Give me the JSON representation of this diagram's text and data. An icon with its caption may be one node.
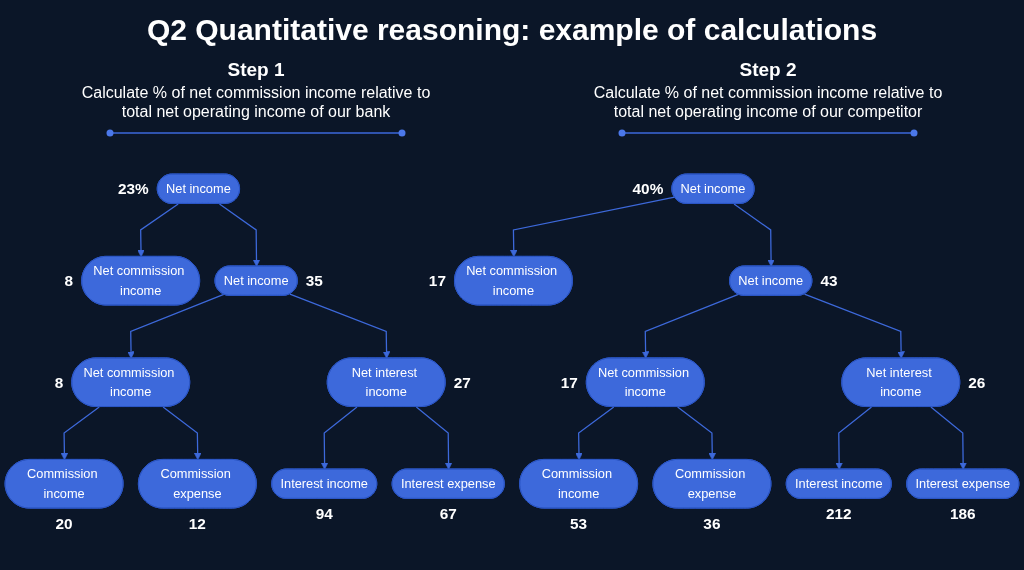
{
  "diagram": {
    "title": "Q2 Quantitative reasoning: example of calculations",
    "nodes": [
      {
        "text": [
          "Net income"
        ],
        "beside": [
          "23%"
        ]
      },
      {
        "text": [
          "Net commission income"
        ],
        "beside": [
          "8"
        ]
      },
      {
        "text": [
          "Net income"
        ],
        "beside": [
          "35"
        ]
      },
      {
        "text": [
          "Net commission income"
        ],
        "beside": [
          "8"
        ]
      },
      {
        "text": [
          "Net interest income"
        ],
        "beside": [
          "27"
        ]
      },
      {
        "text": [
          "Commission income"
        ],
        "beside": [
          "20"
        ]
      },
      {
        "text": [
          "Interest income"
        ],
        "beside": [
          "94"
        ]
      },
      {
        "text": [
          "Commission expense"
        ],
        "beside": [
          "12"
        ]
      },
      {
        "text": [
          "Interest expense"
        ],
        "beside": [
          "67"
        ]
      },
      {
        "text": [
          "Net income"
        ],
        "beside": [
          "40%"
        ]
      },
      {
        "text": [
          "Net commission income"
        ],
        "beside": [
          "17"
        ]
      },
      {
        "text": [
          "Net income"
        ],
        "beside": [
          "43"
        ]
      },
      {
        "text": [
          "Net commission income"
        ],
        "beside": [
          "17"
        ]
      },
      {
        "text": [
          "Net interest income"
        ],
        "beside": [
          "26"
        ]
      },
      {
        "text": [
          "Commission income"
        ],
        "beside": [
          "53"
        ]
      },
      {
        "text": [
          "Interest income"
        ],
        "beside": [
          "212"
        ]
      },
      {
        "text": [
          "Commission expense"
        ],
        "beside": [
          "36"
        ]
      },
      {
        "text": [
          "Interest expense"
        ],
        "beside": [
          "186"
        ]
      }
    ],
    "edges": [
      {
        "from": 0,
        "to": 1,
        "arrow": "to"
      },
      {
        "from": 0,
        "to": 2,
        "arrow": "to"
      },
      {
        "from": 2,
        "to": 3,
        "arrow": "to"
      },
      {
        "from": 2,
        "to": 4,
        "arrow": "to"
      },
      {
        "from": 3,
        "to": 5,
        "arrow": "to"
      },
      {
        "from": 3,
        "to": 7,
        "arrow": "to"
      },
      {
        "from": 4,
        "to": 6,
        "arrow": "to"
      },
      {
        "from": 4,
        "to": 8,
        "arrow": "to"
      },
      {
        "from": 9,
        "to": 10,
        "arrow": "to"
      },
      {
        "from": 9,
        "to": 11,
        "arrow": "to"
      },
      {
        "from": 11,
        "to": 12,
        "arrow": "to"
      },
      {
        "from": 11,
        "to": 13,
        "arrow": "to"
      },
      {
        "from": 12,
        "to": 14,
        "arrow": "to"
      },
      {
        "from": 12,
        "to": 16,
        "arrow": "to"
      },
      {
        "from": 13,
        "to": 15,
        "arrow": "to"
      },
      {
        "from": 13,
        "to": 17,
        "arrow": "to"
      }
    ],
    "labels": [
      "Step 1",
      "Calculate % of net commission income relative to total net operating income of our bank",
      "Step 2",
      "Calculate % of net commission income relative to total net operating income of our competitor"
    ]
  }
}
